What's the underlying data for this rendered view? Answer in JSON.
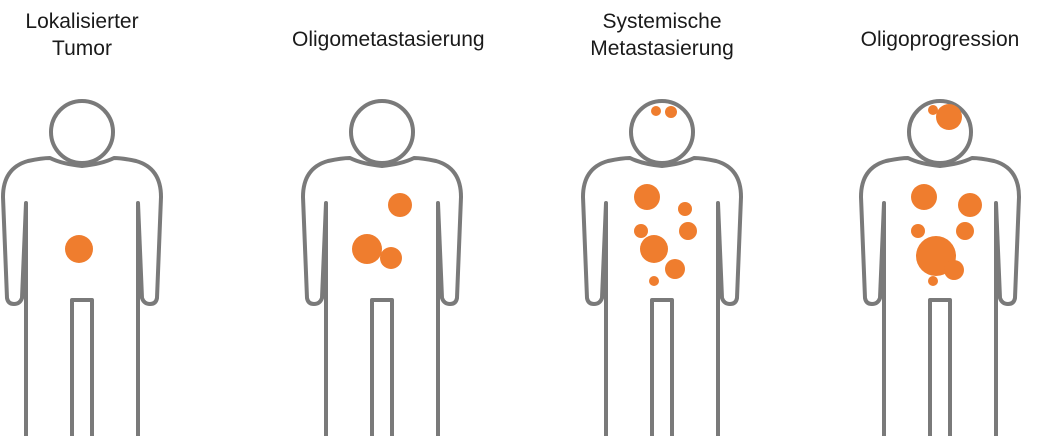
{
  "panels": [
    {
      "title": "Lokalisierter\nTumor"
    },
    {
      "title": "Oligometastasierung"
    },
    {
      "title": "Systemische\nMetastasierung"
    },
    {
      "title": "Oligoprogression"
    }
  ],
  "colors": {
    "outline": "#7a7a7a",
    "lesion": "#ef7d2e"
  }
}
